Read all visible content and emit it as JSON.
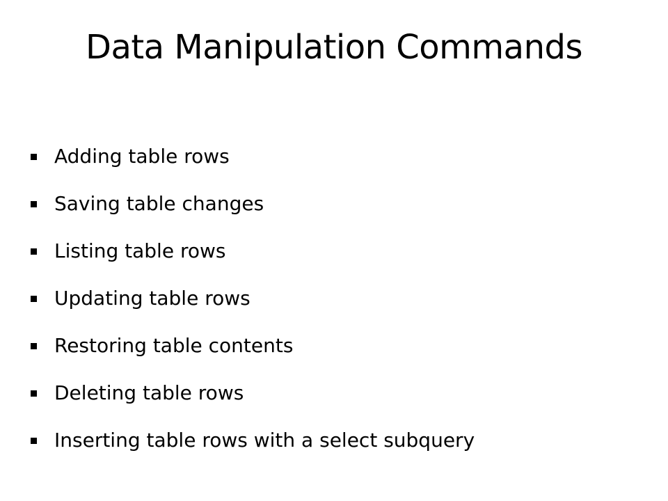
{
  "slide": {
    "title": "Data Manipulation Commands",
    "bullets": [
      "Adding table rows",
      "Saving table changes",
      "Listing table rows",
      "Updating table rows",
      "Restoring table contents",
      "Deleting table rows",
      "Inserting table rows with a select subquery"
    ]
  }
}
